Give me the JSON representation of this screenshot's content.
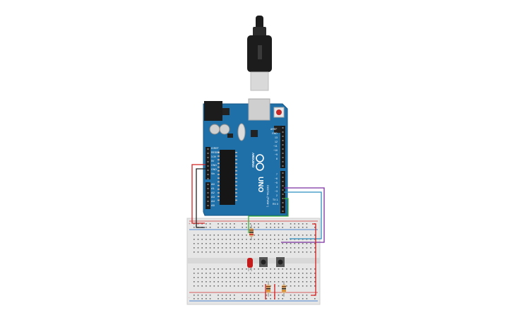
{
  "board": {
    "brand": "ARDUINO",
    "model": "UNO",
    "digital_header": "DIGITAL (PWM~)",
    "power_labels": [
      "IOREF",
      "RESET",
      "3.3V",
      "5V",
      "GND",
      "GND",
      "Vin"
    ],
    "analog_labels": [
      "A0",
      "A1",
      "A2",
      "A3",
      "A4",
      "A5"
    ],
    "digital_top_labels": [
      "AREF",
      "GND",
      "13",
      "12",
      "~11",
      "~10",
      "~9",
      "8"
    ],
    "digital_bottom_labels": [
      "7",
      "~6",
      "~5",
      "4",
      "~3",
      "2",
      "TX 1",
      "RX 0"
    ],
    "colors": {
      "board": "#1f6fa8",
      "header": "#1b1b1b",
      "usb_plug": "#1c1c1c"
    }
  },
  "breadboard": {
    "rail_plus": "+",
    "rail_minus": "-",
    "colors": {
      "body": "#e6e6e6",
      "rail_red": "#d32f2f",
      "rail_blue": "#1e66c8",
      "hole": "#6b6b6b"
    }
  },
  "components": {
    "led": {
      "color": "#c41c1c"
    },
    "buttons": 2,
    "resistors": 3
  },
  "wires": {
    "colors": {
      "red": "#d42020",
      "black": "#222222",
      "green": "#3bb33b",
      "purple": "#7b2fa0",
      "teal": "#2a8fc0"
    }
  }
}
